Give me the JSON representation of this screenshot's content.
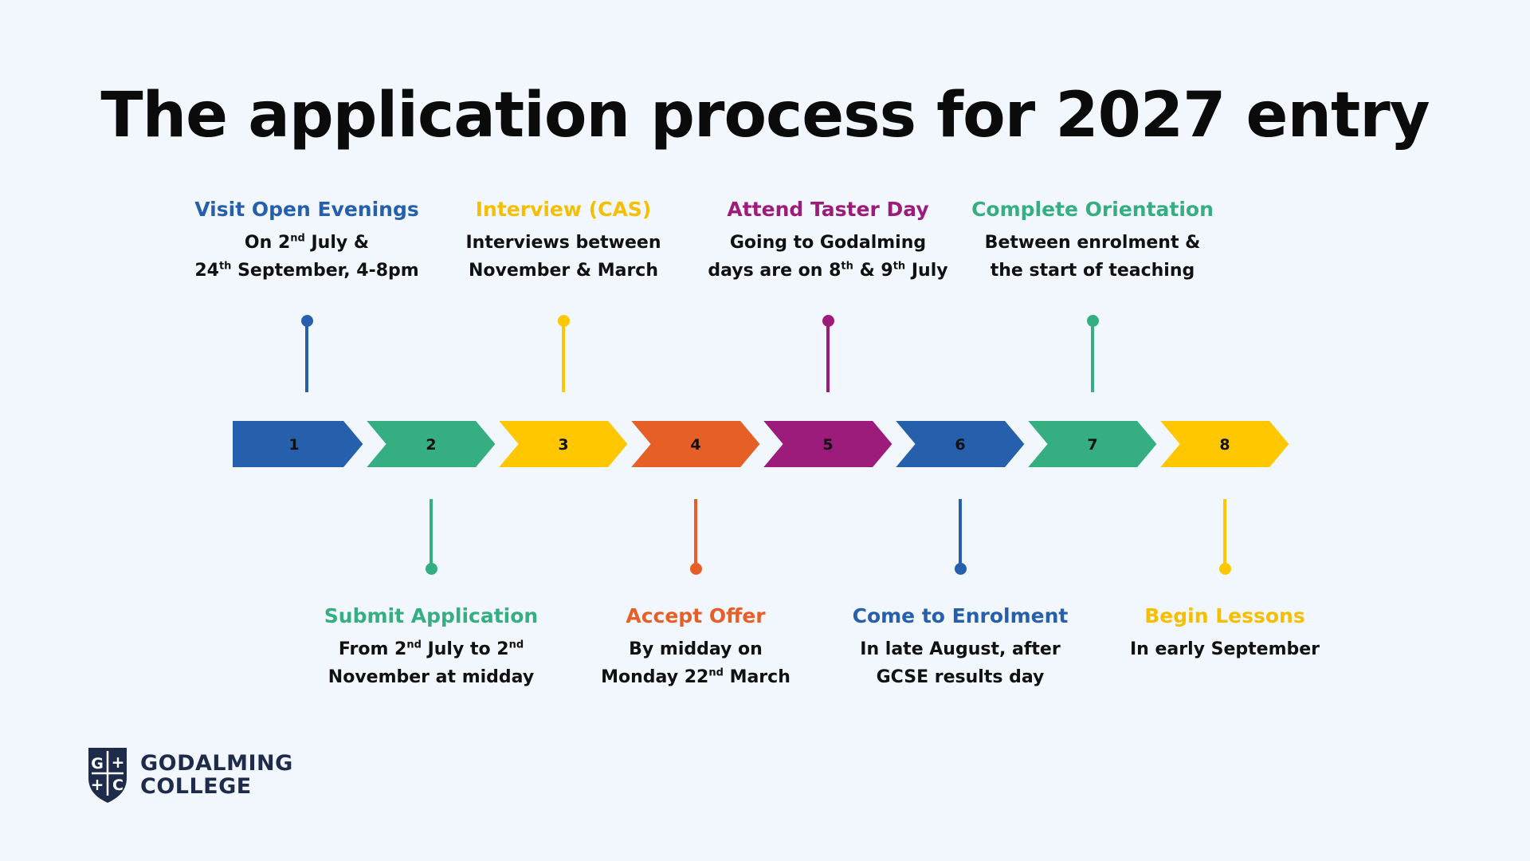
{
  "title": "The application process for 2027 entry",
  "steps": [
    {
      "number": "1",
      "color": "#2660ad",
      "position": "top",
      "heading": "Visit Open Evenings",
      "desc": [
        [
          {
            "t": "On 2"
          },
          {
            "sup": "nd"
          },
          {
            "t": " July &"
          }
        ],
        [
          {
            "t": "24"
          },
          {
            "sup": "th"
          },
          {
            "t": " September, 4-8pm"
          }
        ]
      ]
    },
    {
      "number": "2",
      "color": "#35ae82",
      "position": "bottom",
      "heading": "Submit Application",
      "desc": [
        [
          {
            "t": "From 2"
          },
          {
            "sup": "nd"
          },
          {
            "t": " July to 2"
          },
          {
            "sup": "nd"
          }
        ],
        [
          {
            "t": "November at midday"
          }
        ]
      ]
    },
    {
      "number": "3",
      "color": "#ffc700",
      "position": "top",
      "heading": "Interview (CAS)",
      "desc": [
        [
          {
            "t": "Interviews between"
          }
        ],
        [
          {
            "t": "November & March"
          }
        ]
      ]
    },
    {
      "number": "4",
      "color": "#e65f27",
      "position": "bottom",
      "heading": "Accept Offer",
      "desc": [
        [
          {
            "t": "By midday on"
          }
        ],
        [
          {
            "t": "Monday 22"
          },
          {
            "sup": "nd"
          },
          {
            "t": " March"
          }
        ]
      ]
    },
    {
      "number": "5",
      "color": "#9c1b7b",
      "position": "top",
      "heading": "Attend Taster Day",
      "desc": [
        [
          {
            "t": "Going to Godalming"
          }
        ],
        [
          {
            "t": "days are on 8"
          },
          {
            "sup": "th"
          },
          {
            "t": " & 9"
          },
          {
            "sup": "th"
          },
          {
            "t": " July"
          }
        ]
      ]
    },
    {
      "number": "6",
      "color": "#2660ad",
      "position": "bottom",
      "heading": "Come to Enrolment",
      "desc": [
        [
          {
            "t": "In late August, after"
          }
        ],
        [
          {
            "t": "GCSE results day"
          }
        ]
      ]
    },
    {
      "number": "7",
      "color": "#35ae82",
      "position": "top",
      "heading": "Complete Orientation",
      "desc": [
        [
          {
            "t": "Between enrolment &"
          }
        ],
        [
          {
            "t": "the start of teaching"
          }
        ]
      ]
    },
    {
      "number": "8",
      "color": "#ffc700",
      "position": "bottom",
      "heading": "Begin Lessons",
      "desc": [
        [
          {
            "t": "In early September"
          }
        ]
      ]
    }
  ],
  "logo": {
    "line1": "GODALMING",
    "line2": "COLLEGE",
    "mark_letters": "G+C",
    "color": "#1e2b4b"
  }
}
